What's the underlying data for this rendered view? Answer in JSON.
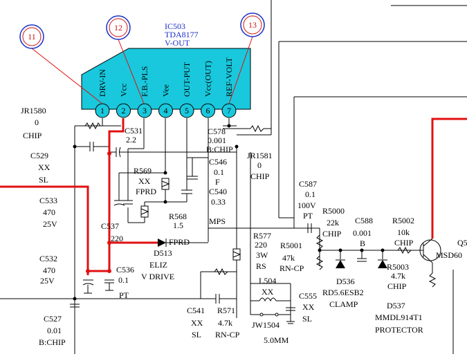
{
  "ic": {
    "ref": "IC503",
    "part": "TDA8177",
    "function": "V-OUT",
    "body_color": "#19c8dc",
    "pins": [
      {
        "num": "1",
        "name": "DRV-IN"
      },
      {
        "num": "2",
        "name": "Vcc"
      },
      {
        "num": "3",
        "name": "F.B.-PLS"
      },
      {
        "num": "4",
        "name": "Vee"
      },
      {
        "num": "5",
        "name": "OUT-PUT"
      },
      {
        "num": "6",
        "name": "Vcc(OUT)"
      },
      {
        "num": "7",
        "name": "REF-VOLT"
      }
    ]
  },
  "callouts": [
    {
      "num": "11"
    },
    {
      "num": "12"
    },
    {
      "num": "13"
    }
  ],
  "components": {
    "jr1580": {
      "ref": "JR1580",
      "value": "0",
      "type": "CHIP"
    },
    "c531": {
      "ref": "C531",
      "value": "2.2"
    },
    "c578": {
      "ref": "C578",
      "value": "0.001",
      "type": "B:CHIP"
    },
    "jr1581": {
      "ref": "JR1581",
      "value": "0",
      "type": "CHIP"
    },
    "c529": {
      "ref": "C529",
      "value": "XX",
      "type": "SL"
    },
    "c546": {
      "ref": "C546",
      "value": "0.1",
      "type": "F"
    },
    "c540": {
      "ref": "C540",
      "value": "0.33"
    },
    "r569": {
      "ref": "R569",
      "value": "XX",
      "type": "FPRD"
    },
    "c533": {
      "ref": "C533",
      "value": "470",
      "type": "25V"
    },
    "r568": {
      "ref": "R568",
      "value": "1.5"
    },
    "mps": {
      "label": "MPS"
    },
    "c537": {
      "ref": "C537",
      "value": "220"
    },
    "d513": {
      "ref": "D513",
      "name": "ELIZ",
      "label": "FPRD",
      "desc": "V DRIVE"
    },
    "c532": {
      "ref": "C532",
      "value": "470",
      "type": "25V"
    },
    "c536": {
      "ref": "C536",
      "value": "0.1",
      "type": "PT"
    },
    "r577": {
      "ref": "R577",
      "value": "220",
      "power": "3W",
      "type": "RS"
    },
    "r5001": {
      "ref": "R5001",
      "value": "47k",
      "type": "RN-CP"
    },
    "c587": {
      "ref": "C587",
      "value": "0.1",
      "voltage": "100V",
      "type": "PT"
    },
    "r5000": {
      "ref": "R5000",
      "value": "22k",
      "type": "CHIP"
    },
    "c588": {
      "ref": "C588",
      "value": "0.001",
      "type": "B"
    },
    "r5002": {
      "ref": "R5002",
      "value": "10k",
      "type": "CHIP"
    },
    "q5": {
      "ref": "Q5",
      "part": "MSD60"
    },
    "r5003": {
      "ref": "R5003",
      "value": "4.7k",
      "type": "CHIP"
    },
    "d536": {
      "ref": "D536",
      "part": "RD5.6ESB2",
      "desc": "CLAMP"
    },
    "l504": {
      "ref": "L504",
      "value": "XX"
    },
    "c555": {
      "ref": "C555",
      "value": "XX",
      "type": "SL"
    },
    "c541": {
      "ref": "C541",
      "value": "XX",
      "type": "SL"
    },
    "r571": {
      "ref": "R571",
      "value": "4.7k",
      "type": "RN-CP"
    },
    "jw1504": {
      "ref": "JW1504",
      "value": "5.0MM"
    },
    "c527": {
      "ref": "C527",
      "value": "0.01",
      "type": "B:CHIP"
    },
    "d537": {
      "ref": "D537",
      "part": "MMDL914T1",
      "desc": "PROTECTOR"
    }
  }
}
